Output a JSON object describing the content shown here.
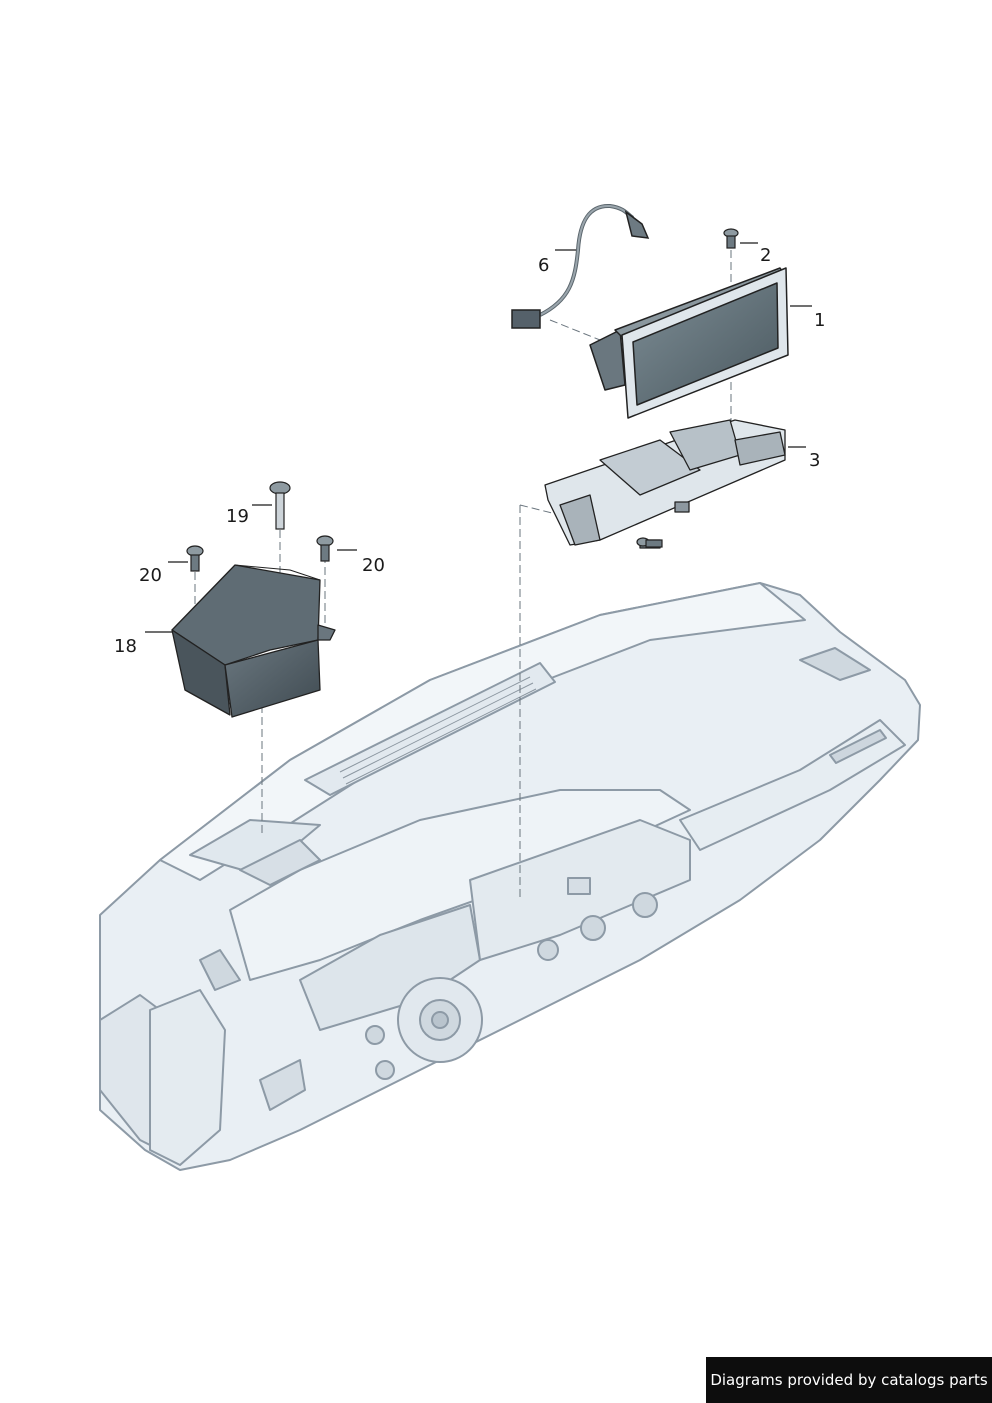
{
  "callouts": {
    "c1": "1",
    "c2": "2",
    "c3": "3",
    "c6": "6",
    "c18": "18",
    "c19": "19",
    "c20a": "20",
    "c20b": "20"
  },
  "footer": {
    "text": "Diagrams provided by catalogs parts"
  },
  "colors": {
    "dash_fill": "#e8eef3",
    "dash_stroke": "#9aa6b2",
    "part_dark": "#4e5a63",
    "screen": "#5f6e76",
    "line": "#222222"
  }
}
